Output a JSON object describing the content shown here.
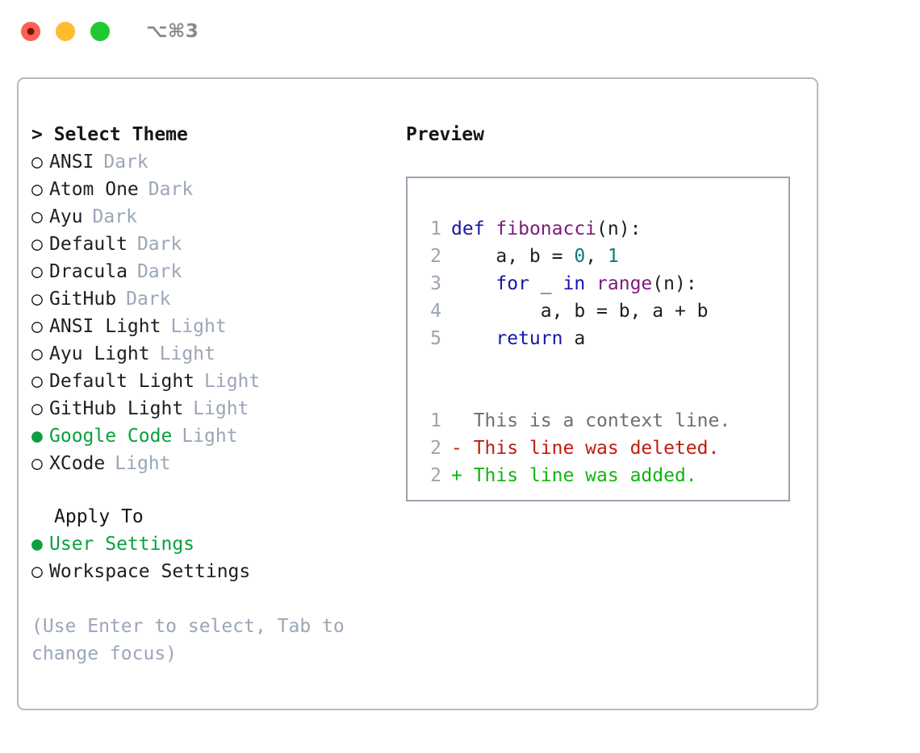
{
  "window": {
    "title": "⌥⌘3",
    "controls": [
      "close",
      "minimize",
      "maximize"
    ]
  },
  "colors": {
    "accent_green": "#0aa03e",
    "tag_gray": "#9ba6b8",
    "hint_gray": "#9ba6b8",
    "panel_border": "#b3bac4",
    "preview_border": "#99a3b0",
    "keyword_blue": "#1717a8",
    "function_purple": "#7d1a7d",
    "number_teal": "#0b7a75",
    "diff_add_green": "#11b411",
    "diff_del_red": "#c21b0e",
    "lineno_gray": "#9aa5b1"
  },
  "theme_picker": {
    "header": "> Select Theme",
    "items": [
      {
        "marker": "○",
        "label": "ANSI",
        "tag": "Dark",
        "selected": false
      },
      {
        "marker": "○",
        "label": "Atom One",
        "tag": "Dark",
        "selected": false
      },
      {
        "marker": "○",
        "label": "Ayu",
        "tag": "Dark",
        "selected": false
      },
      {
        "marker": "○",
        "label": "Default",
        "tag": "Dark",
        "selected": false
      },
      {
        "marker": "○",
        "label": "Dracula",
        "tag": "Dark",
        "selected": false
      },
      {
        "marker": "○",
        "label": "GitHub",
        "tag": "Dark",
        "selected": false
      },
      {
        "marker": "○",
        "label": "ANSI Light",
        "tag": "Light",
        "selected": false
      },
      {
        "marker": "○",
        "label": "Ayu Light",
        "tag": "Light",
        "selected": false
      },
      {
        "marker": "○",
        "label": "Default Light",
        "tag": "Light",
        "selected": false
      },
      {
        "marker": "○",
        "label": "GitHub Light",
        "tag": "Light",
        "selected": false
      },
      {
        "marker": "●",
        "label": "Google Code",
        "tag": "Light",
        "selected": true
      },
      {
        "marker": "○",
        "label": "XCode",
        "tag": "Light",
        "selected": false
      }
    ]
  },
  "apply_to": {
    "header": "Apply To",
    "items": [
      {
        "marker": "●",
        "label": "User Settings",
        "selected": true
      },
      {
        "marker": "○",
        "label": "Workspace Settings",
        "selected": false
      }
    ]
  },
  "hint": "(Use Enter to select, Tab to change focus)",
  "preview": {
    "title": "Preview",
    "code_lines": [
      {
        "no": "1",
        "tokens": [
          {
            "t": "def",
            "c": "kw"
          },
          {
            "t": " ",
            "c": "plain"
          },
          {
            "t": "fibonacci",
            "c": "fn"
          },
          {
            "t": "(n):",
            "c": "plain"
          }
        ]
      },
      {
        "no": "2",
        "tokens": [
          {
            "t": "    a, b = ",
            "c": "plain"
          },
          {
            "t": "0",
            "c": "num"
          },
          {
            "t": ", ",
            "c": "plain"
          },
          {
            "t": "1",
            "c": "num"
          }
        ]
      },
      {
        "no": "3",
        "tokens": [
          {
            "t": "    ",
            "c": "plain"
          },
          {
            "t": "for",
            "c": "kw"
          },
          {
            "t": " _ ",
            "c": "plain"
          },
          {
            "t": "in",
            "c": "kw"
          },
          {
            "t": " ",
            "c": "plain"
          },
          {
            "t": "range",
            "c": "fn"
          },
          {
            "t": "(n):",
            "c": "plain"
          }
        ]
      },
      {
        "no": "4",
        "tokens": [
          {
            "t": "        a, b = b, a + b",
            "c": "plain"
          }
        ]
      },
      {
        "no": "5",
        "tokens": [
          {
            "t": "    ",
            "c": "plain"
          },
          {
            "t": "return",
            "c": "kw"
          },
          {
            "t": " a",
            "c": "plain"
          }
        ]
      }
    ],
    "diff_lines": [
      {
        "no": "1",
        "marker": " ",
        "text": "  This is a context line.",
        "kind": "context"
      },
      {
        "no": "2",
        "marker": "-",
        "text": " This line was deleted.",
        "kind": "deleted"
      },
      {
        "no": "2",
        "marker": "+",
        "text": " This line was added.",
        "kind": "added"
      }
    ]
  }
}
